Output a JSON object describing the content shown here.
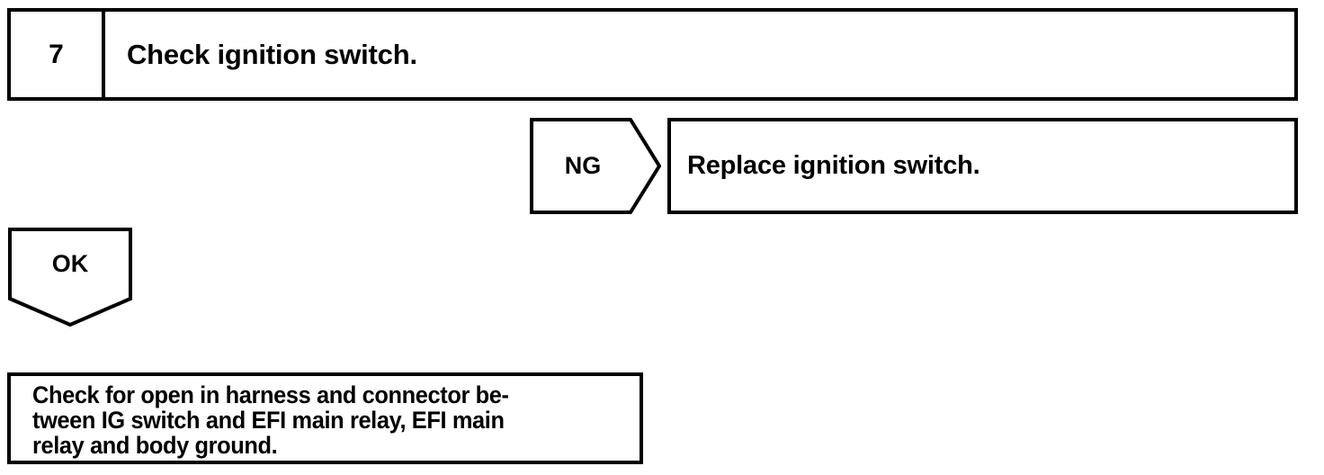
{
  "diagram": {
    "type": "troubleshooting-flowchart",
    "step": {
      "number": "7",
      "instruction": "Check ignition switch."
    },
    "branches": [
      {
        "result_label": "NG",
        "shape": "pentagon-arrow-right",
        "action": "Replace ignition switch."
      },
      {
        "result_label": "OK",
        "shape": "pentagon-arrow-down",
        "action": "Check for open in harness and connector be-\ntween IG switch and EFI main relay, EFI main\nrelay and body ground."
      }
    ],
    "colors": {
      "stroke": "#000000",
      "fill": "#ffffff",
      "text": "#000000"
    }
  }
}
